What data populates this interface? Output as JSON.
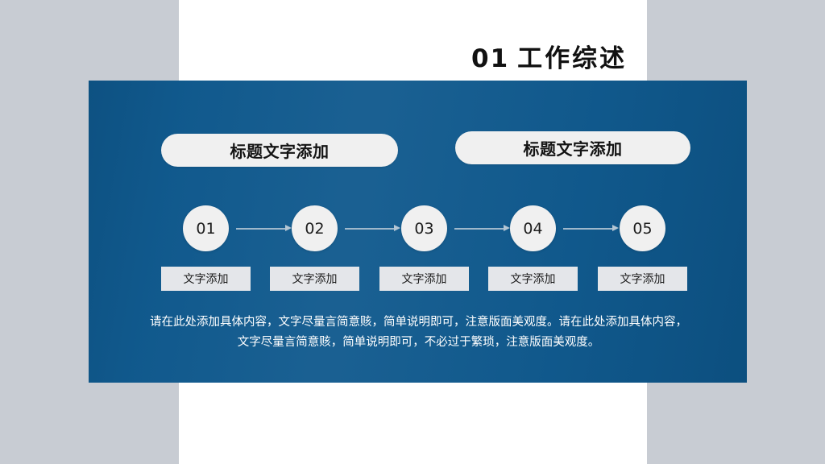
{
  "slide": {
    "heading": {
      "number": "01",
      "text": "工作综述"
    },
    "colors": {
      "background_gray": "#c8ccd3",
      "panel_white": "#ffffff",
      "card_blue_light": "#2a84b9",
      "card_blue_dark": "#0c5183",
      "pill_background": "#f0f0f0",
      "caption_background": "#e4e6ea",
      "arrow_gray": "#9fb8cb",
      "heading_text": "#111111",
      "body_text": "#ffffff"
    },
    "pills": [
      {
        "label": "标题文字添加"
      },
      {
        "label": "标题文字添加"
      }
    ],
    "steps": [
      {
        "number": "01",
        "caption": "文字添加"
      },
      {
        "number": "02",
        "caption": "文字添加"
      },
      {
        "number": "03",
        "caption": "文字添加"
      },
      {
        "number": "04",
        "caption": "文字添加"
      },
      {
        "number": "05",
        "caption": "文字添加"
      }
    ],
    "arrows": [
      {
        "name": "arrow-1-to-2"
      },
      {
        "name": "arrow-2-to-3"
      },
      {
        "name": "arrow-3-to-4"
      },
      {
        "name": "arrow-4-to-5"
      }
    ],
    "body": {
      "paragraph": "请在此处添加具体内容，文字尽量言简意赅，简单说明即可，注意版面美观度。请在此处添加具体内容，文字尽量言简意赅，简单说明即可，不必过于繁琐，注意版面美观度。"
    }
  }
}
